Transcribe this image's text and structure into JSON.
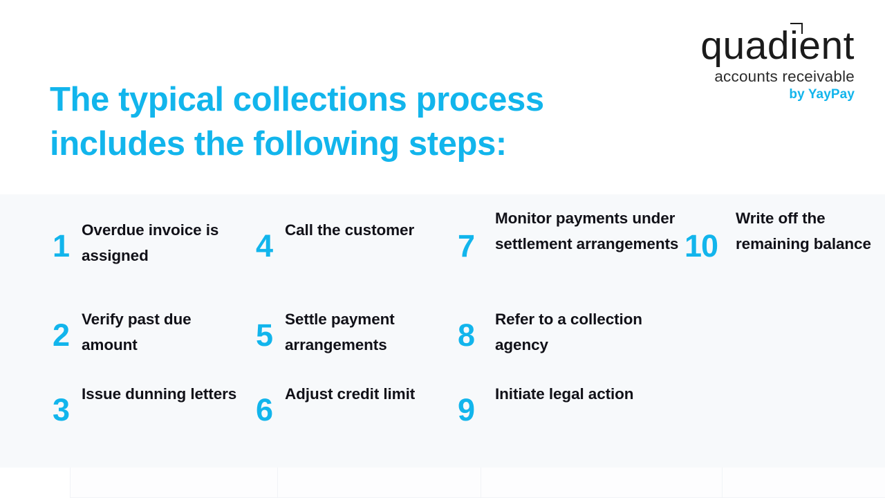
{
  "headline": {
    "line1": "The typical collections process",
    "line2": "includes the following steps:",
    "color": "#12b5ec"
  },
  "logo": {
    "wordmark_before_i": "quad",
    "wordmark_i": "i",
    "wordmark_after_i": "ent",
    "full_wordmark": "quadient",
    "subtitle": "accounts receivable",
    "byline": "by YayPay",
    "byline_color": "#12b5ec",
    "wordmark_color": "#1b1b1b"
  },
  "panel": {
    "background": "#f7f9fb",
    "number_color": "#12b5ec",
    "text_color": "#111118"
  },
  "steps": [
    {
      "number": "1",
      "label": "Overdue invoice is assigned"
    },
    {
      "number": "2",
      "label": "Verify past due amount"
    },
    {
      "number": "3",
      "label": "Issue dunning letters"
    },
    {
      "number": "4",
      "label": "Call the customer"
    },
    {
      "number": "5",
      "label": "Settle payment arrangements"
    },
    {
      "number": "6",
      "label": "Adjust credit limit"
    },
    {
      "number": "7",
      "label": "Monitor payments under settlement arrangements"
    },
    {
      "number": "8",
      "label": "Refer to a collection agency"
    },
    {
      "number": "9",
      "label": "Initiate legal action"
    },
    {
      "number": "10",
      "label": "Write off the remaining balance"
    }
  ]
}
